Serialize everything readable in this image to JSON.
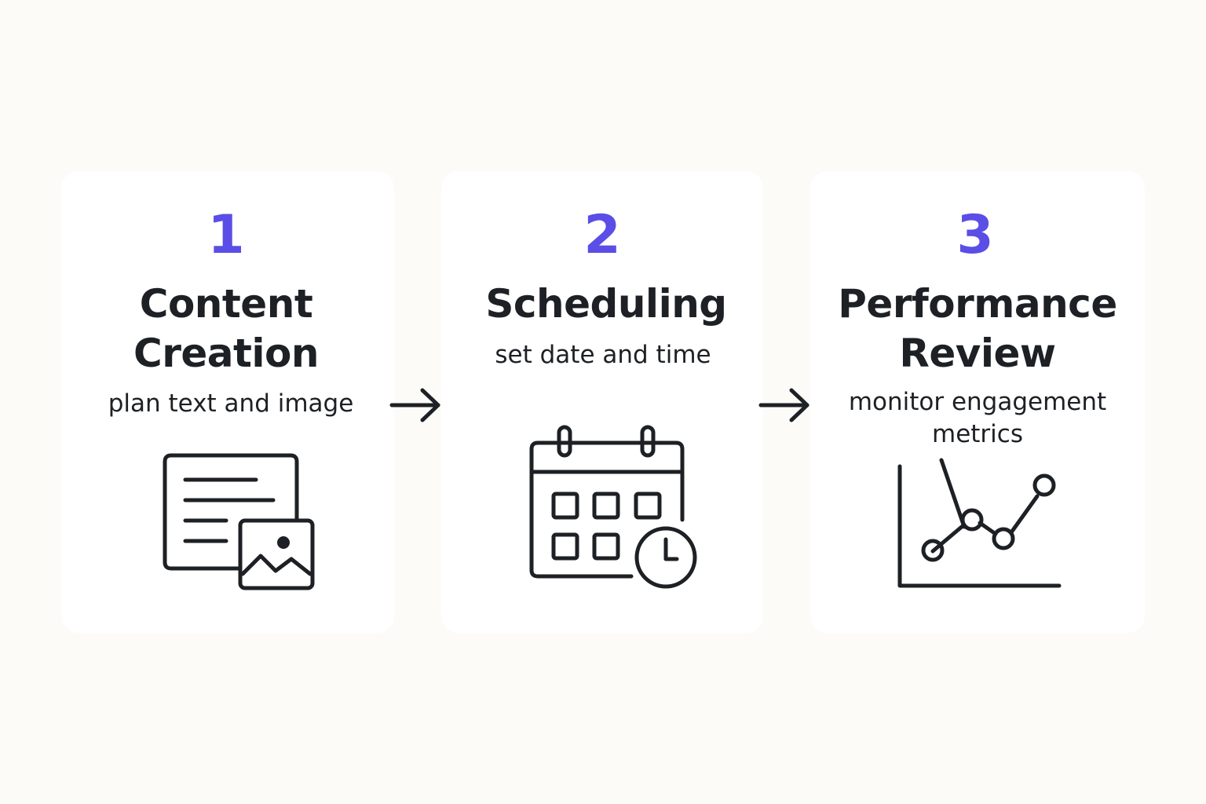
{
  "colors": {
    "accent": "#5a4ee6",
    "text": "#1d2024",
    "background": "#fcfbf8",
    "card": "#ffffff"
  },
  "steps": [
    {
      "number": "1",
      "title_lines": [
        "Content",
        "Creation"
      ],
      "description_lines": [
        "plan text and image"
      ],
      "icon": "document-image-icon"
    },
    {
      "number": "2",
      "title_lines": [
        "Scheduling"
      ],
      "description_lines": [
        "set date and time"
      ],
      "icon": "calendar-clock-icon"
    },
    {
      "number": "3",
      "title_lines": [
        "Performance",
        "Review"
      ],
      "description_lines": [
        "monitor engagement",
        "metrics"
      ],
      "icon": "line-chart-icon"
    }
  ],
  "connectors": [
    "arrow-right-icon",
    "arrow-right-icon"
  ]
}
